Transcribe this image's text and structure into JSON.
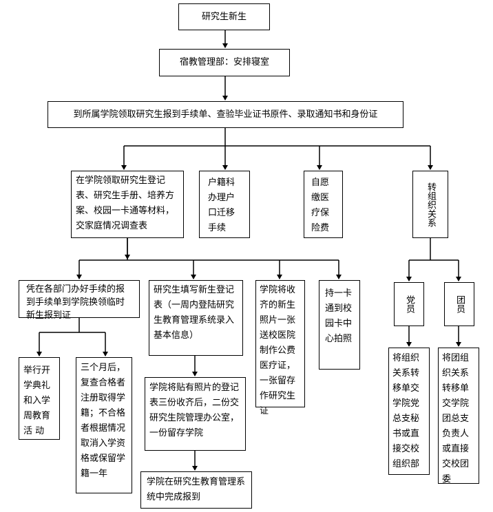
{
  "nodes": {
    "new_student": "研究生新生",
    "dorm": "宿教管理部：安排寝室",
    "college_docs": "到所属学院领取研究生报到手续单、查验毕业证书原件、录取通知书和身份证",
    "college_materials": "在学院领取研究生登记表、研究生手册、培养方案、校园一卡通等材料，交家庭情况调查表",
    "hukou": "户籍科办理户口迁移手续",
    "insurance": "自愿缴医疗保险费",
    "org_transfer": "转组织关系",
    "temp_card": "凭在各部门办好手续的报到手续单到学院换领临时新生报到证",
    "register_form": "研究生填写新生登记表（一周内登陆研究生教育管理系统录入基本信息）",
    "photo_card": "学院将收齐的新生照片一张送校医院制作公费医疗证，一张留存作研究生证",
    "campus_card_photo": "持一卡通到校园卡中心拍照",
    "party_member": "党员",
    "league_member": "团员",
    "opening": "举行开学典礼和入学周教育活 动",
    "review": "三个月后，复查合格者注册取得学籍；不合格者根据情况取消入学资格或保留学籍一年",
    "form_copies": "学院将贴有照片的登记表三份收齐后，二份交研究生院管理办公室，一份留存学院",
    "system_complete": "学院在研究生教育管理系统中完成报到",
    "party_transfer": "将组织关系转移单交学院党总支秘书或直接交校组织部",
    "league_transfer": "将团组织关系转移单交学院团总支负责人或直接交校团委"
  }
}
